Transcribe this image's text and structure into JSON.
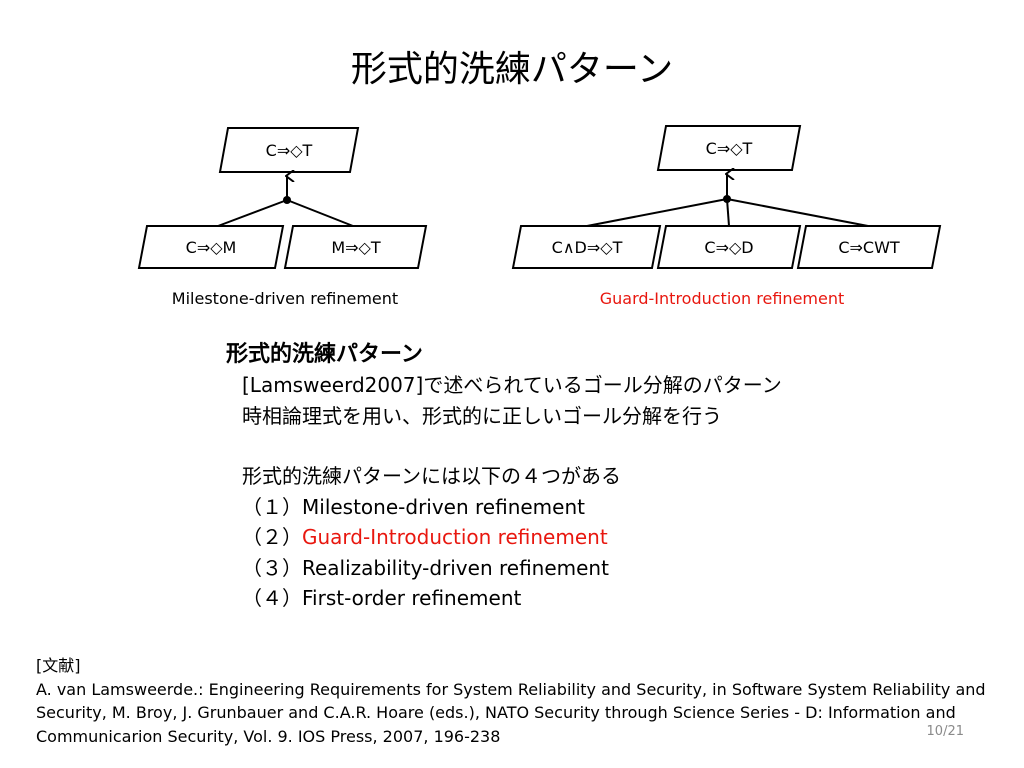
{
  "title": "形式的洗練パターン",
  "diagram": {
    "left": {
      "root": "C⇒◇T",
      "children": [
        "C⇒◇M",
        "M⇒◇T"
      ],
      "caption": "Milestone-driven refinement"
    },
    "right": {
      "root": "C⇒◇T",
      "children": [
        "C∧D⇒◇T",
        "C⇒◇D",
        "C⇒CWT"
      ],
      "caption": "Guard-Introduction refinement"
    }
  },
  "body": {
    "heading": "形式的洗練パターン",
    "line1": "[Lamsweerd2007]で述べられているゴール分解のパターン",
    "line2": "時相論理式を用い、形式的に正しいゴール分解を行う",
    "line3": "形式的洗練パターンには以下の４つがある",
    "items": [
      {
        "num": "（１）",
        "text": "Milestone-driven refinement"
      },
      {
        "num": "（２）",
        "text": "Guard-Introduction refinement"
      },
      {
        "num": "（３）",
        "text": "Realizability-driven refinement"
      },
      {
        "num": "（４）",
        "text": "First-order refinement"
      }
    ]
  },
  "refs": {
    "label": "[文献]",
    "text": "A. van Lamsweerde.: Engineering Requirements for System Reliability and Security, in Software System Reliability and Security, M. Broy, J. Grunbauer and C.A.R. Hoare (eds.), NATO Security through Science Series - D: Information and Communicarion Security, Vol. 9. IOS Press, 2007, 196-238"
  },
  "page_number": "10/21",
  "colors": {
    "highlight": "#e8170f"
  }
}
